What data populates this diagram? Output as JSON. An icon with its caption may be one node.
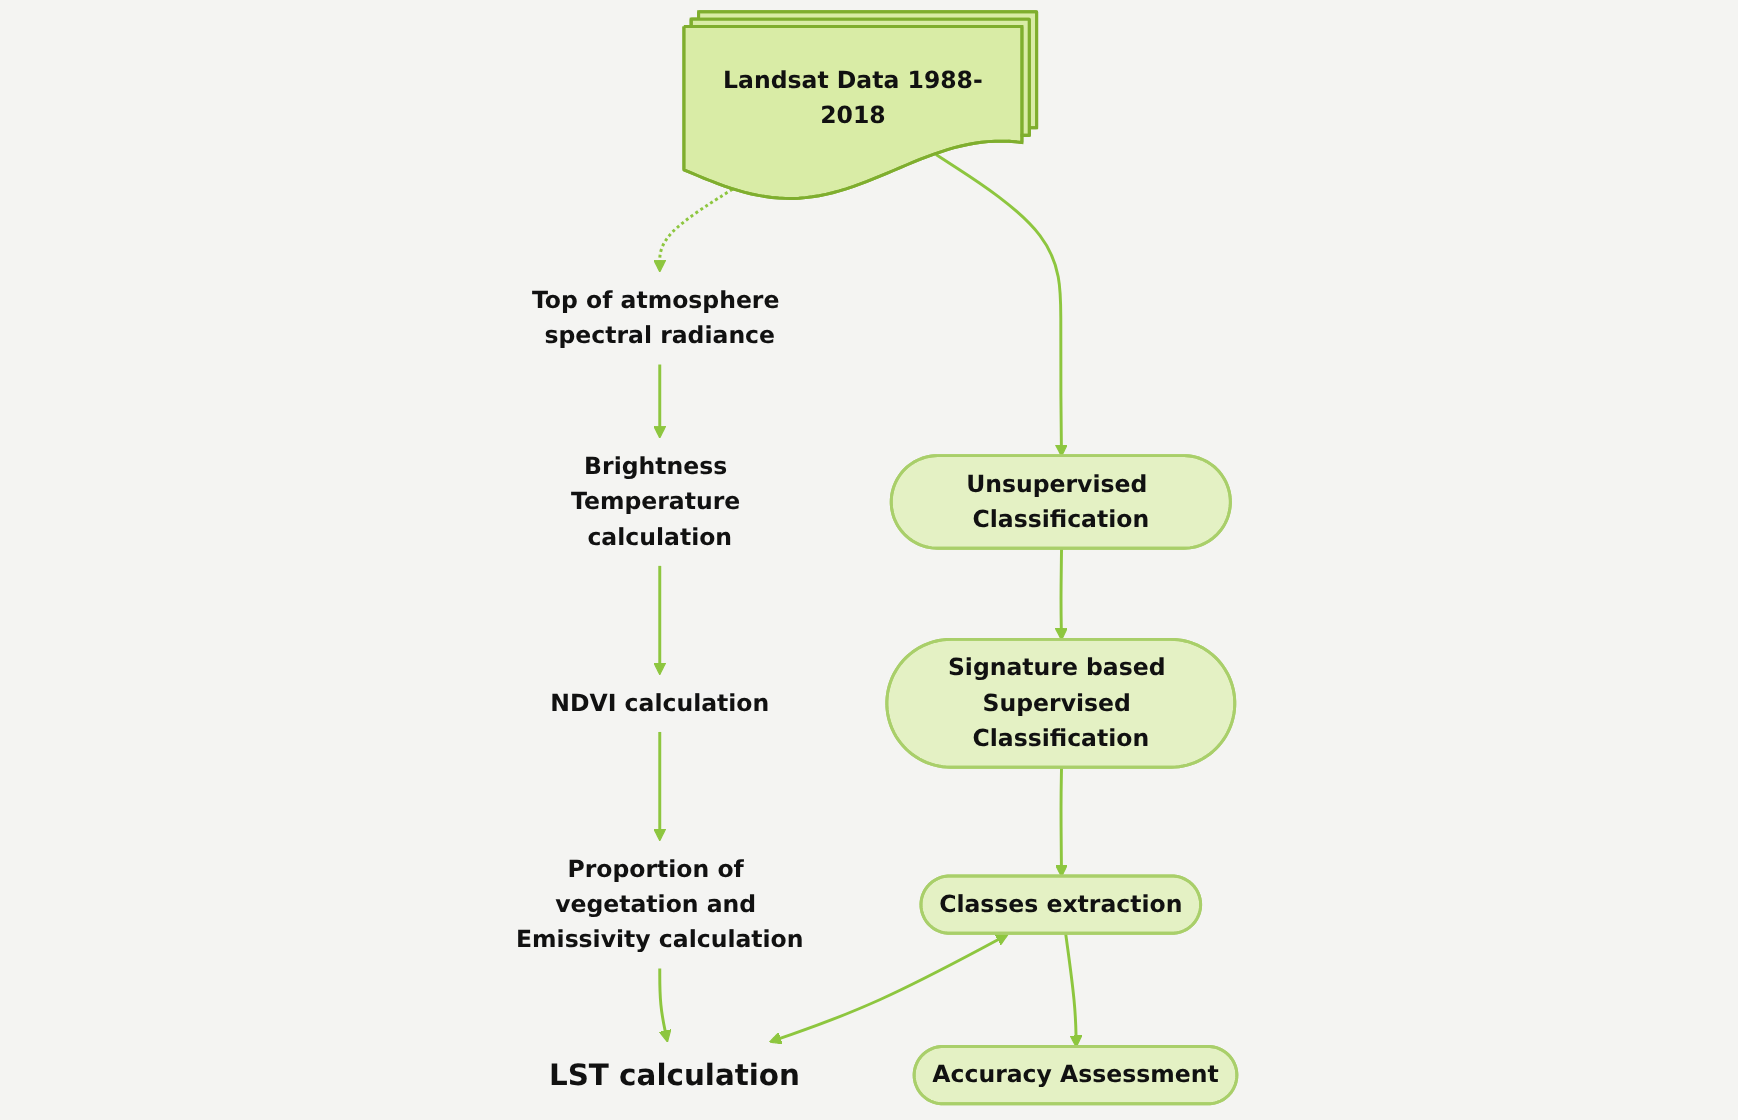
{
  "diagram": {
    "nodes": [
      {
        "text": [
          "Landsat Data 1988-2018"
        ]
      },
      {
        "text": [
          "Top of atmosphere spectral radiance"
        ]
      },
      {
        "text": [
          "Brightness Temperature calculation"
        ]
      },
      {
        "text": [
          "NDVI calculation"
        ]
      },
      {
        "text": [
          "Proportion of vegetation and Emissivity calculation"
        ]
      },
      {
        "text": [
          "LST calculation"
        ]
      },
      {
        "text": [
          "Unsupervised Classification"
        ]
      },
      {
        "text": [
          "Signature based Supervised Classification"
        ]
      },
      {
        "text": [
          "Classes extraction"
        ]
      },
      {
        "text": [
          "Accuracy Assessment"
        ]
      }
    ],
    "edges": [
      {
        "from": 0,
        "to": 1,
        "arrow": "to",
        "style": "dashed"
      },
      {
        "from": 0,
        "to": 6,
        "arrow": "to"
      },
      {
        "from": 1,
        "to": 2,
        "arrow": "to"
      },
      {
        "from": 2,
        "to": 3,
        "arrow": "to"
      },
      {
        "from": 3,
        "to": 4,
        "arrow": "to"
      },
      {
        "from": 4,
        "to": 5,
        "arrow": "to"
      },
      {
        "from": 6,
        "to": 7,
        "arrow": "to"
      },
      {
        "from": 7,
        "to": 8,
        "arrow": "to"
      },
      {
        "from": 8,
        "to": 9,
        "arrow": "to"
      },
      {
        "from": 8,
        "to": 5,
        "arrow": "both"
      }
    ]
  }
}
